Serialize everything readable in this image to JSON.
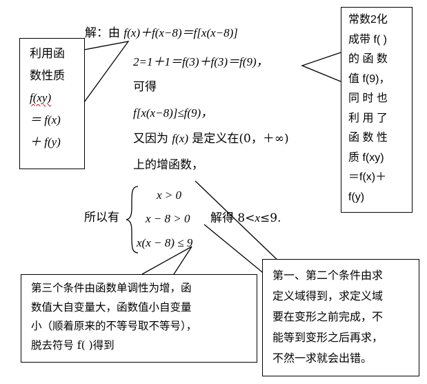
{
  "solution": {
    "l1_prefix": "解：由",
    "l1_math": "f(x)＋f(x−8)＝f[x(x−8)]",
    "l2": "2=1＋1＝f(3)＋f(3)＝f(9)，",
    "l3": "可得",
    "l4": "f[x(x−8)]≤f(9)，",
    "l5_a": "又因为",
    "l5_m": "f(x)",
    "l5_b": "是定义在(0，＋∞)",
    "l6": "上的增函数，",
    "so": "所以有",
    "cond1": "x > 0",
    "cond2": "x − 8 > 0",
    "cond3": "x(x − 8) ≤ 9",
    "result_a": "解得 8<",
    "result_m": "x",
    "result_b": "≤9."
  },
  "left_note": {
    "lines": [
      "利用函",
      "数性质",
      "f(xy)",
      "＝ f(x)",
      "＋ f(y)"
    ]
  },
  "right_note": {
    "lines": [
      "常数2化",
      "成带 f(  )",
      "的 函 数",
      "值 f(9)，",
      "同 时 也",
      "利 用 了",
      "函 数 性",
      "质   f(xy)",
      "＝f(x)＋",
      "f(y)"
    ]
  },
  "bottom_left_note": {
    "lines": [
      "第三个条件由函数单调性为增，函",
      "数值大自变量大，函数值小自变量",
      "小（顺着原来的不等号取不等号），",
      "脱去符号 f(   )得到"
    ]
  },
  "bottom_right_note": {
    "lines": [
      "第一、第二个条件由求",
      "定义域得到，求定义域",
      "要在变形之前完成，不",
      "能等到变形之后再求，",
      "不然一求就会出错。"
    ]
  }
}
